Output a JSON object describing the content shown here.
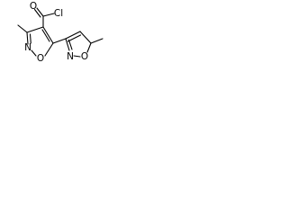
{
  "molecule": {
    "atoms": {
      "o_carbonyl": "O",
      "cl": "Cl",
      "n_left": "N",
      "o_left": "O",
      "o_right": "O",
      "n_right": "N"
    }
  }
}
